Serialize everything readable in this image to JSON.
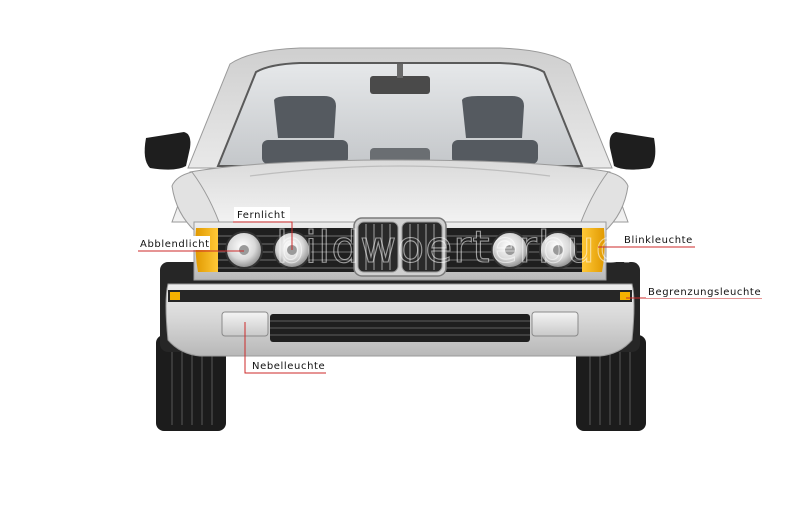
{
  "labels": {
    "fernlicht": "Fernlicht",
    "abblendlicht": "Abblendlicht",
    "blinkleuchte": "Blinkleuchte",
    "begrenzungsleuchte": "Begrenzungsleuchte",
    "nebelleuchte": "Nebelleuchte"
  },
  "watermark": "bildwoerterbuch.com",
  "colors": {
    "body": "#d8d8d8",
    "leader_line": "#cc2a2a",
    "turn_signal": "#f5b100",
    "tire": "#1c1c1c"
  }
}
